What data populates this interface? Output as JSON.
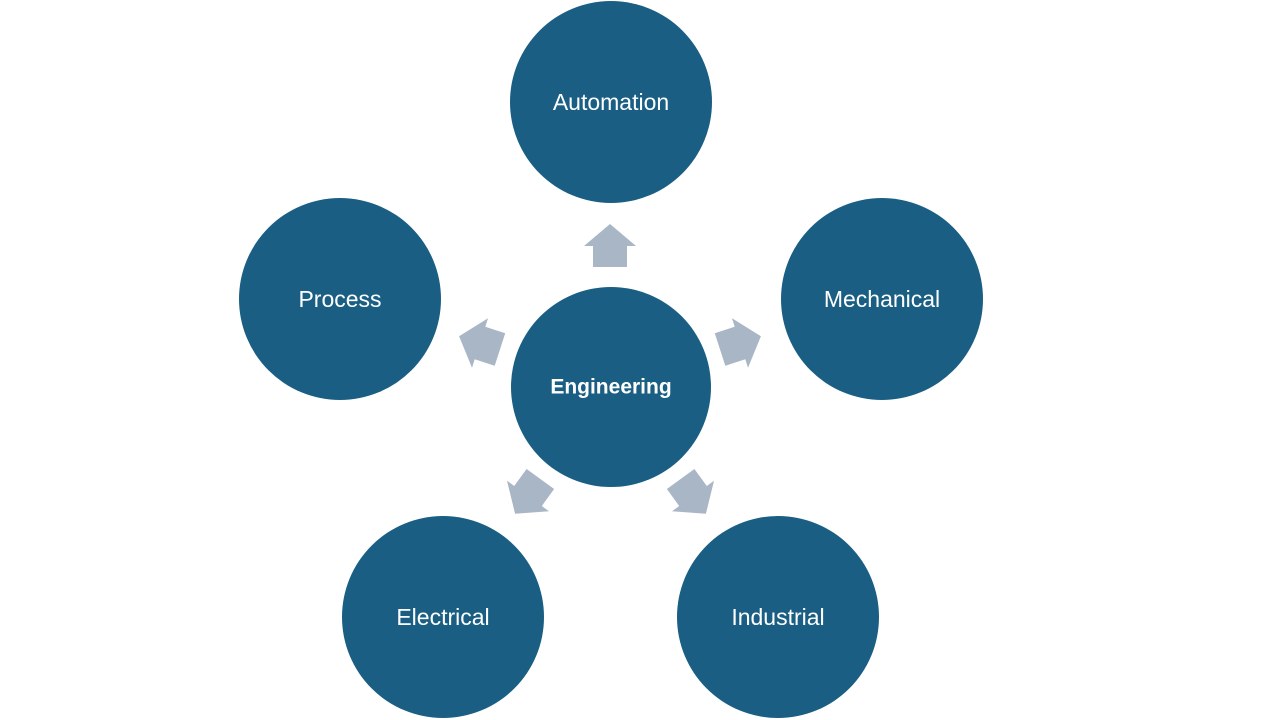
{
  "diagram": {
    "center": {
      "label": "Engineering"
    },
    "nodes": [
      {
        "id": "automation",
        "label": "Automation"
      },
      {
        "id": "mechanical",
        "label": "Mechanical"
      },
      {
        "id": "industrial",
        "label": "Industrial"
      },
      {
        "id": "electrical",
        "label": "Electrical"
      },
      {
        "id": "process",
        "label": "Process"
      }
    ],
    "colors": {
      "node_fill": "#1a5f83",
      "arrow_fill": "#a8b6c5",
      "label_text": "#ffffff",
      "background": "#ffffff"
    }
  }
}
